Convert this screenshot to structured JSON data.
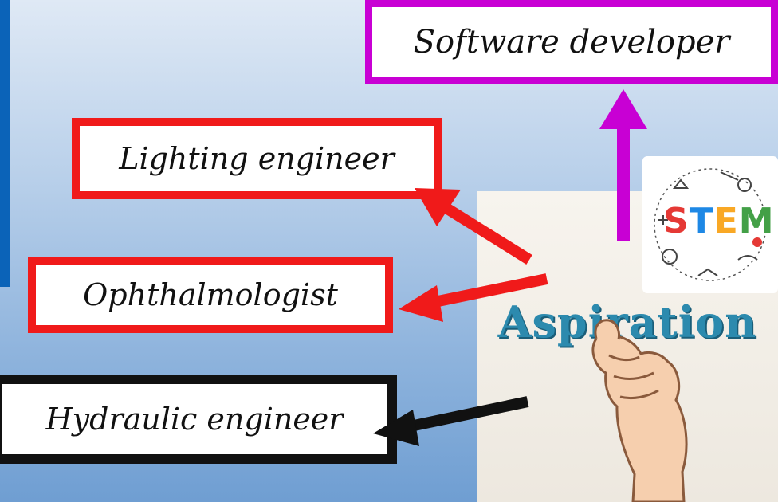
{
  "labels": {
    "software": "Software developer",
    "lighting": "Lighting engineer",
    "ophthalmologist": "Ophthalmologist",
    "hydraulic": "Hydraulic engineer"
  },
  "photo": {
    "word": "Aspiration"
  },
  "logo": {
    "text": "STEM",
    "letters": [
      "S",
      "T",
      "E",
      "M"
    ],
    "letter_colors": [
      "#e53935",
      "#1e88e5",
      "#f9a825",
      "#43a047"
    ]
  },
  "colors": {
    "magenta_border": "#c800d4",
    "red_border": "#f01a1a",
    "black_border": "#111111",
    "aspiration_text": "#2c8aae",
    "background_top": "#dfe9f5",
    "background_bottom": "#6f9ed2"
  }
}
